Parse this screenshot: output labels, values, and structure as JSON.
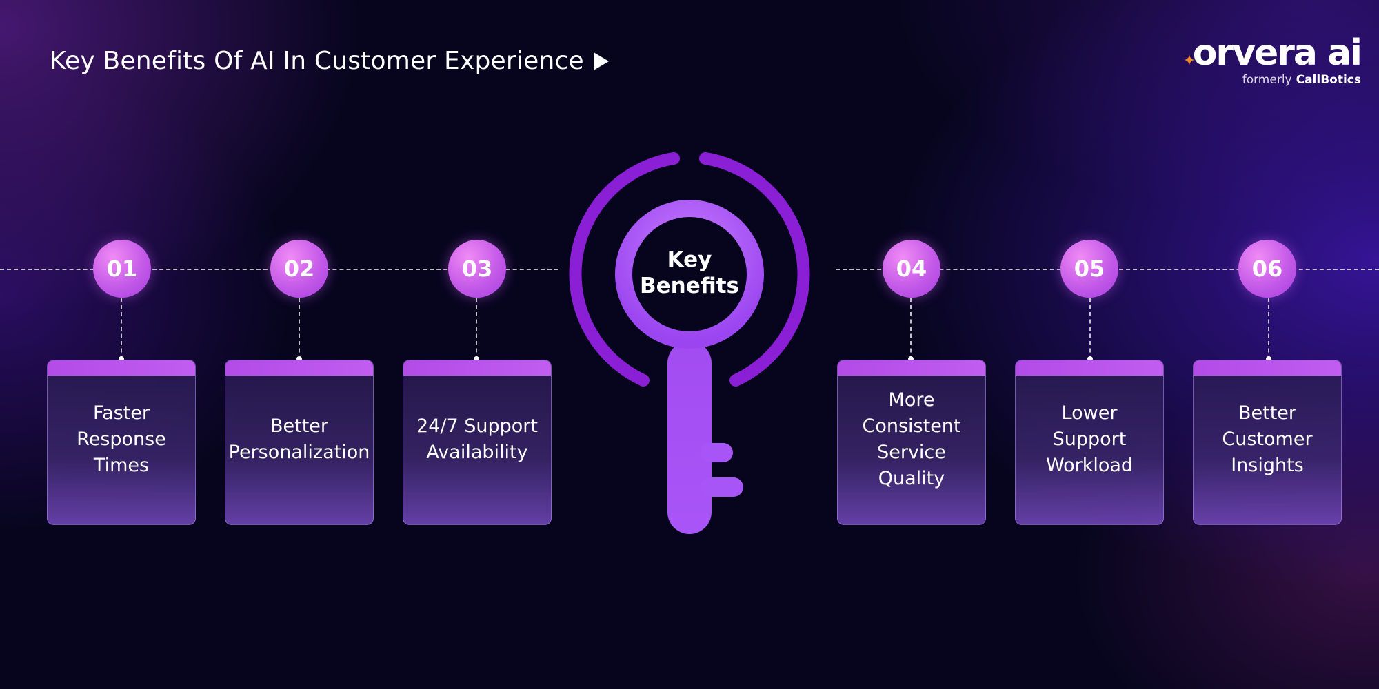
{
  "header": {
    "title": "Key Benefits Of AI In Customer Experience"
  },
  "logo": {
    "wordmark": "orvera ai",
    "formerly": "formerly",
    "brand": "CallBotics"
  },
  "center": {
    "line1": "Key",
    "line2": "Benefits"
  },
  "benefits": [
    {
      "number": "01",
      "label": "Faster Response Times"
    },
    {
      "number": "02",
      "label": "Better Personalization"
    },
    {
      "number": "03",
      "label": "24/7 Support Availability"
    },
    {
      "number": "04",
      "label": "More Consistent Service Quality"
    },
    {
      "number": "05",
      "label": "Lower Support Workload"
    },
    {
      "number": "06",
      "label": "Better Customer Insights"
    }
  ],
  "colors": {
    "accent": "#c15df0",
    "key": "#a54df5",
    "ring": "#8a1fd6",
    "logo_spark": "#f08a24"
  }
}
